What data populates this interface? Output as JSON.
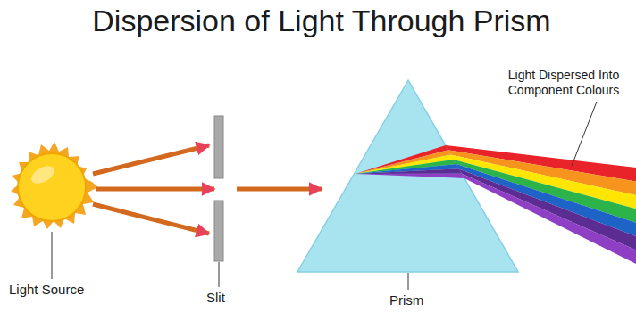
{
  "diagram": {
    "title": "Dispersion of Light Through Prism",
    "labels": [
      "Light Source",
      "Slit",
      "Prism",
      "Light Dispersed Into Component Colours"
    ]
  }
}
